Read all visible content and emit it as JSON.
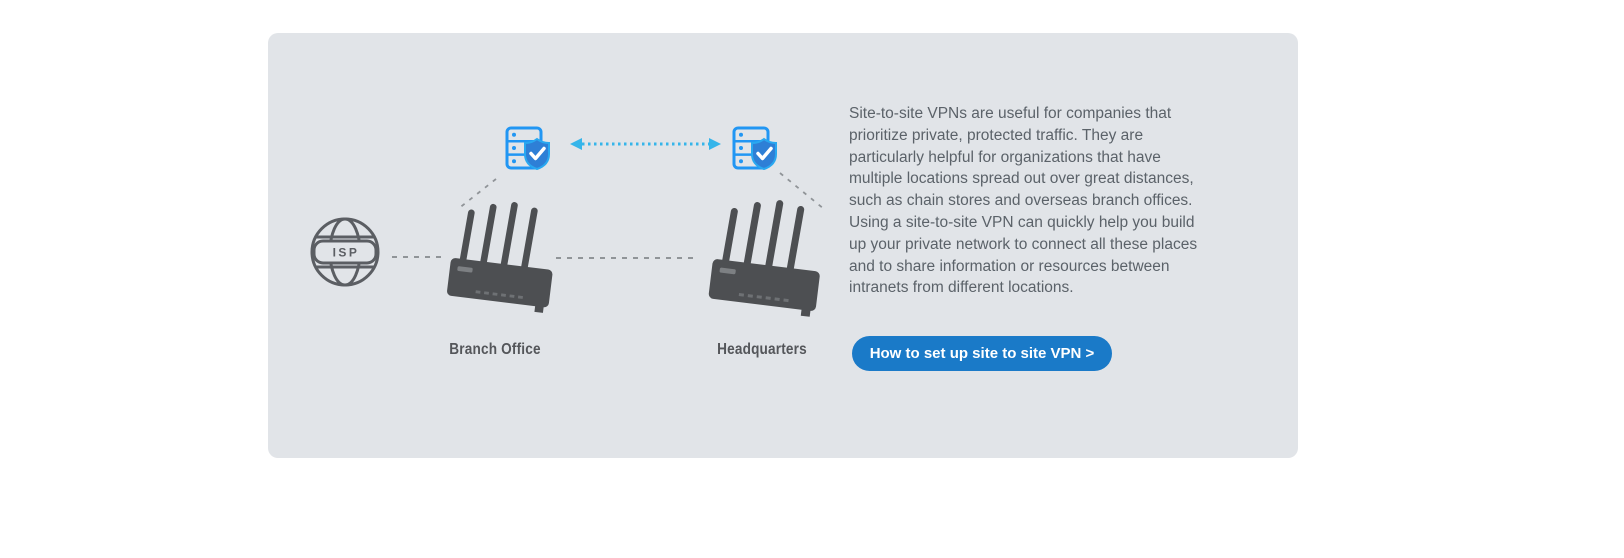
{
  "diagram": {
    "isp_label": "ISP",
    "branch_label": "Branch Office",
    "headquarters_label": "Headquarters",
    "icons": {
      "globe": "globe-isp-icon",
      "left_server": "server-shield-icon",
      "right_server": "server-shield-icon",
      "left_router": "wireless-router-icon",
      "right_router": "wireless-router-icon",
      "tunnel": "dotted-double-arrow"
    },
    "colors": {
      "panel_background": "#e1e4e8",
      "icon_gray": "#5b5e63",
      "router_gray": "#4d4f52",
      "dash_gray": "#909498",
      "server_blue": "#2196f3",
      "shield_blue": "#2e7fd6",
      "arrow_cyan": "#35b5ea"
    }
  },
  "content": {
    "description": "Site-to-site VPNs are useful for companies that prioritize private, protected traffic. They are particularly helpful for organizations that have multiple locations spread out over great distances, such as chain stores and overseas branch offices. Using a site-to-site VPN can quickly help you build up your private network to connect all these places and to share information or resources between intranets from different locations.",
    "cta_label": "How to set up site to site VPN >",
    "cta_colors": {
      "background": "#1a7ac8",
      "text": "#ffffff"
    },
    "text_color": "#5b6269"
  }
}
